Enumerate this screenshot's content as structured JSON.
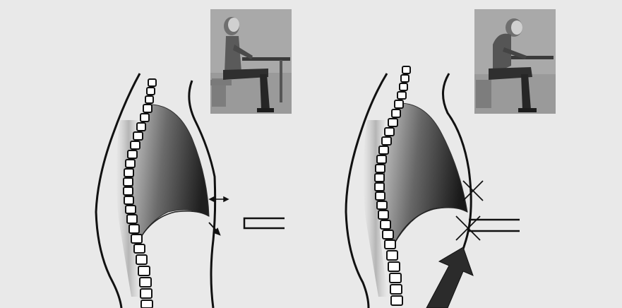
{
  "header_text": "",
  "panels": [
    {
      "posture": "upright-sitting"
    },
    {
      "posture": "slumped-sitting"
    }
  ],
  "colors": {
    "background": "#e9e9e9",
    "outline": "#111111",
    "vertebra_fill": "#ffffff",
    "lung_dark": "#222222",
    "lung_light": "#d6d6d6",
    "arrow": "#2b2b2b"
  },
  "icons": [
    "photo-seated-person",
    "arrow-icon",
    "equals-icon",
    "cross-mark-icon"
  ]
}
